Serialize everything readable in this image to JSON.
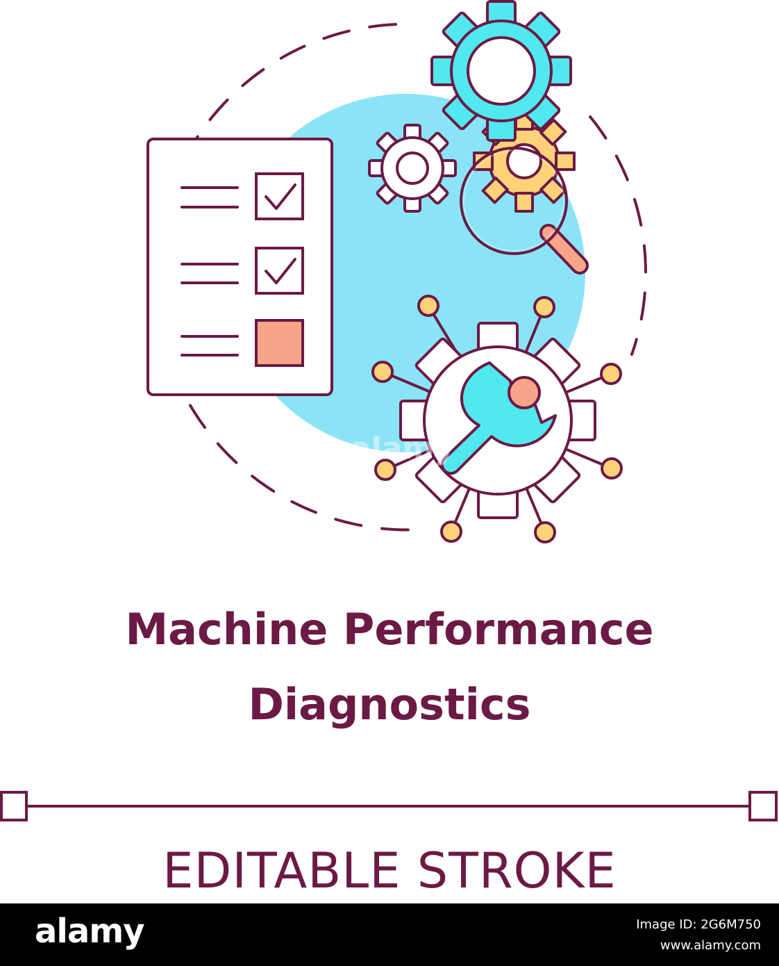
{
  "title": {
    "line1": "Machine Performance",
    "line2": "Diagnostics"
  },
  "subtitle": "EDITABLE STROKE",
  "watermark": "alamy",
  "footer": {
    "logo": "alamy",
    "image_id_label": "Image ID: 2G6M750",
    "site": "www.alamy.com"
  },
  "icons": {
    "checklist": "checklist-icon",
    "large_gear": "large-gear-icon",
    "small_gear": "small-gear-icon",
    "magnifier": "magnifying-glass-icon",
    "network_gear": "network-gear-wrench-icon"
  },
  "checklist_items": [
    {
      "state": "checked"
    },
    {
      "state": "checked"
    },
    {
      "state": "pending"
    }
  ],
  "colors": {
    "stroke": "#6b1a45",
    "cyan": "#51e8ef",
    "light_blue": "#8be4f6",
    "yellow": "#ffd27a",
    "salmon": "#f7a589",
    "white": "#ffffff",
    "footer_bg": "#000000"
  }
}
